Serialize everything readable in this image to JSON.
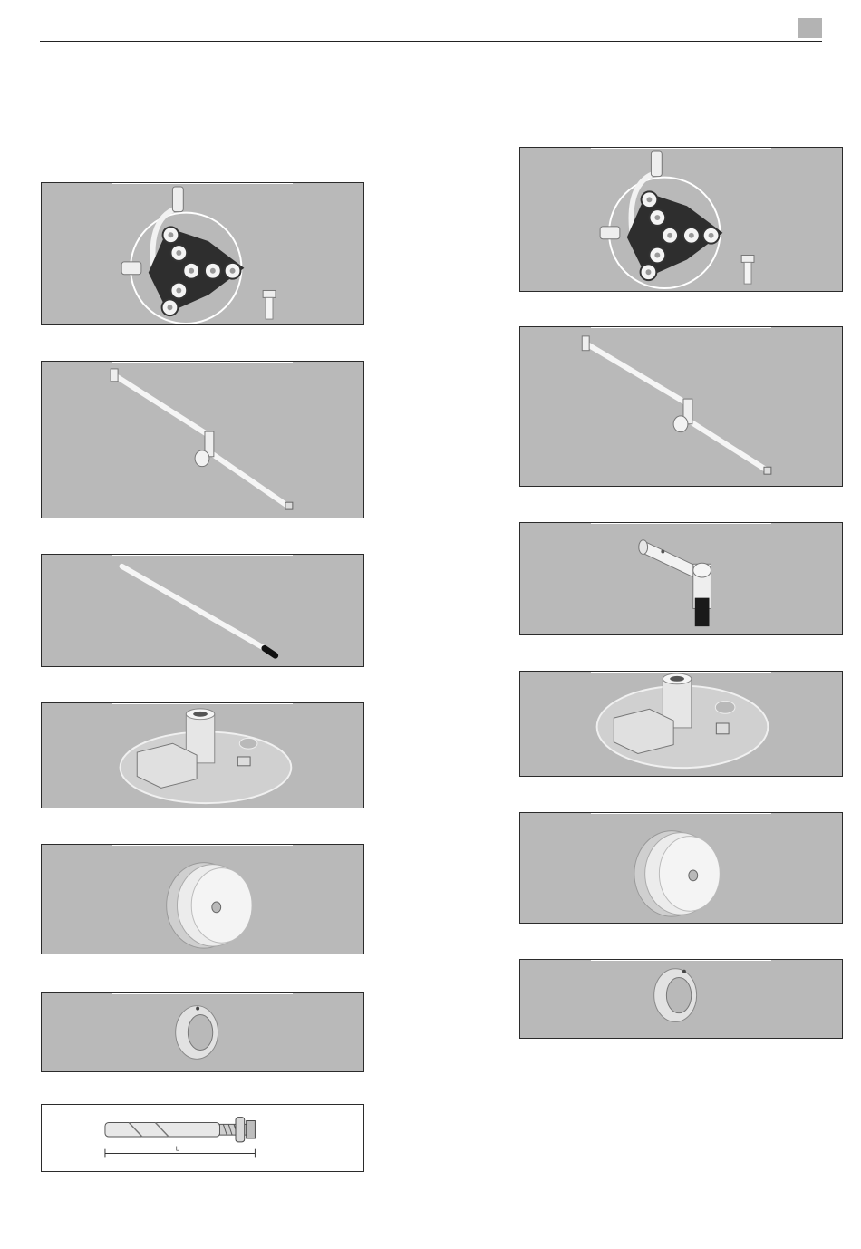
{
  "header": {
    "accent_color": "#b3b3b3",
    "rule_color": "#222222"
  },
  "panels": {
    "background_color": "#b9b9b9",
    "left_column": [
      {
        "part": "lamp-head-with-suspension-arm"
      },
      {
        "part": "double-arm-tube-assembly"
      },
      {
        "part": "extension-rod"
      },
      {
        "part": "ceiling-mounting-plate"
      },
      {
        "part": "counterweight-disc"
      },
      {
        "part": "locking-ring"
      },
      {
        "part": "anchor-bolt-drawing"
      }
    ],
    "right_column": [
      {
        "part": "lamp-head-with-suspension-arm"
      },
      {
        "part": "double-arm-tube-assembly"
      },
      {
        "part": "angled-connector-post"
      },
      {
        "part": "ceiling-mounting-plate"
      },
      {
        "part": "counterweight-disc"
      },
      {
        "part": "locking-ring"
      }
    ]
  },
  "anchor_bolt": {
    "dimension_label": "L"
  }
}
